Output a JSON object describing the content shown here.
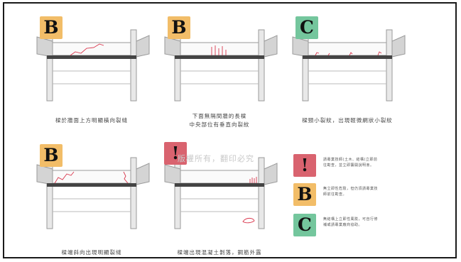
{
  "panels": [
    {
      "badge": "B",
      "caption": [
        "樑於牆面上方明顯橫向裂縫"
      ]
    },
    {
      "badge": "B",
      "caption": [
        "下面無隔間牆的長樑",
        "中央部位有垂直向裂紋"
      ]
    },
    {
      "badge": "C",
      "caption": [
        "樑頸小裂紋，出現輕微網狀小裂紋"
      ]
    },
    {
      "badge": "B",
      "caption": [
        "樑端斜向出現明顯裂縫"
      ]
    },
    {
      "badge": "!",
      "caption": [
        "樑端出現混凝土剝落，鋼筋外露"
      ]
    }
  ],
  "watermark": "版權所有，翻印必究",
  "legend": [
    {
      "badge": "!",
      "lines": [
        "請專業技師(土木、結構)立即前",
        "往勘查，並立即籌開說明會。"
      ]
    },
    {
      "badge": "B",
      "lines": [
        "無立即性危險，但仍須請專業技",
        "師前往勘查。"
      ]
    },
    {
      "badge": "C",
      "lines": [
        "無結構上立即性風險，可自行修",
        "補或請專業廠商協助。"
      ]
    }
  ],
  "colors": {
    "badge_b": "#f2bd68",
    "badge_c": "#74c69d",
    "badge_alert": "#d9636f",
    "crack": "#d9364c"
  }
}
